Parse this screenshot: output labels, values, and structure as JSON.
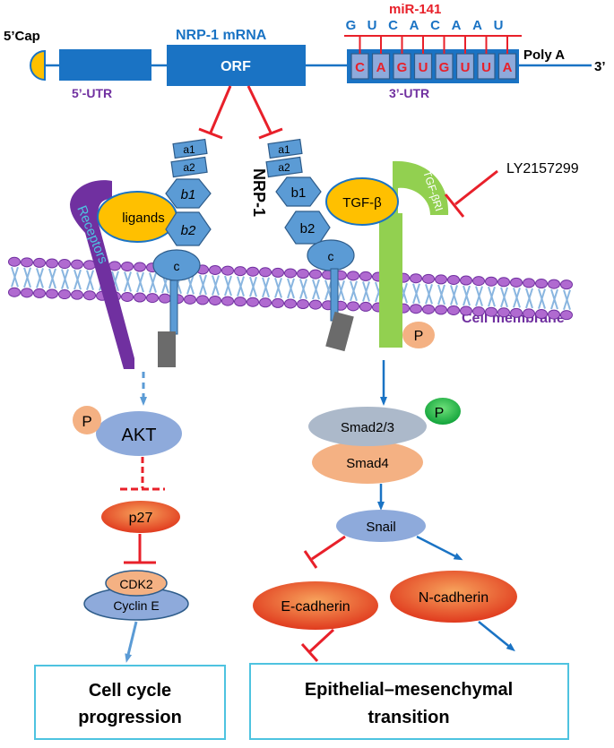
{
  "mrna": {
    "cap_label": "5’Cap",
    "title": "NRP-1  mRNA",
    "orf_label": "ORF",
    "utr5_label": "5’-UTR",
    "utr3_label": "3’-UTR",
    "polya_label": "Poly A",
    "end3_label": "3’",
    "utr3_bases": [
      "C",
      "A",
      "G",
      "U",
      "G",
      "U",
      "U",
      "A"
    ]
  },
  "mirna": {
    "name": "miR-141",
    "bases": [
      "G",
      "U",
      "C",
      "A",
      "C",
      "A",
      "A",
      "U"
    ]
  },
  "left_pathway": {
    "receptors_label": "Receptors",
    "ligands_label": "ligands",
    "nrp1_domains": [
      "a1",
      "a2",
      "b1",
      "b2",
      "c"
    ],
    "akt_label": "AKT",
    "p_label": "P",
    "p27_label": "p27",
    "cdk2_label": "CDK2",
    "cyclin_label": "Cyclin E",
    "outcome": [
      "Cell cycle",
      "progression"
    ]
  },
  "right_pathway": {
    "nrp1_label": "NRP-1",
    "nrp1_domains": [
      "a1",
      "a2",
      "b1",
      "b2",
      "c"
    ],
    "tgfb_label": "TGF-β",
    "tgfbr_label": "TGF-βRI",
    "inhibitor_label": "LY2157299",
    "membrane_label": "Cell membrane",
    "p_label": "P",
    "smad23_label": "Smad2/3",
    "smad_p_label": "P",
    "smad4_label": "Smad4",
    "snail_label": "Snail",
    "ecad_label": "E-cadherin",
    "ncad_label": "N-cadherin",
    "outcome": [
      "Epithelial–mesenchymal",
      "transition"
    ]
  },
  "colors": {
    "blue": "#1a73c4",
    "red": "#e8202a",
    "purple": "#7030a0",
    "nrp_blue": "#5b9bd5",
    "yellow": "#ffc000",
    "green": "#92d050",
    "box_border": "#4ec3e0"
  }
}
